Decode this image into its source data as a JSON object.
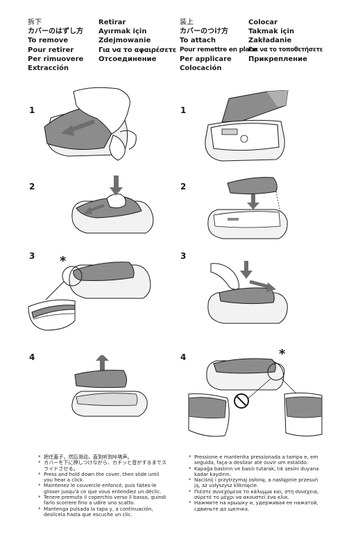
{
  "remove": {
    "titles_col1": [
      {
        "text": "拆下",
        "bold": false
      },
      {
        "text": "カバーのはずし方",
        "bold": true
      },
      {
        "text": "To remove",
        "bold": true
      },
      {
        "text": "Pour retirer",
        "bold": true
      },
      {
        "text": "Per rimuovere",
        "bold": true
      },
      {
        "text": "Extracción",
        "bold": true
      }
    ],
    "titles_col2": [
      {
        "text": "Retirar",
        "bold": true
      },
      {
        "text": "Ayırmak için",
        "bold": true
      },
      {
        "text": "Zdejmowanie",
        "bold": true
      },
      {
        "text": "Για να το αφαιρέσετε",
        "bold": true
      },
      {
        "text": "Отсоединение",
        "bold": true
      }
    ],
    "steps": [
      "1",
      "2",
      "3",
      "4"
    ],
    "asterisk": "*",
    "notes": [
      "把住蓋子，然后滑动，直到听到咔嗒声。",
      "カバーを下に押しつけながら、カチッと音がするまでスライドさせる。",
      "Press and hold down the cover, then slide until you hear a click.",
      "Maintenez le couvercle enfoncé, puis faites-le glisser jusqu'à ce que vous entendiez un déclic.",
      "Tenere premuto il coperchio verso il basso, quindi farlo scorrere fino a udire uno scatto.",
      "Mantenga pulsada la tapa y, a continuación, deslícela hasta que escuche un clic."
    ]
  },
  "attach": {
    "titles_col1": [
      {
        "text": "装上",
        "bold": false
      },
      {
        "text": "カバーのつけ方",
        "bold": true
      },
      {
        "text": "To attach",
        "bold": true
      },
      {
        "text": "Pour remettre en place",
        "bold": true
      },
      {
        "text": "Per applicare",
        "bold": true
      },
      {
        "text": "Colocación",
        "bold": true
      }
    ],
    "titles_col2": [
      {
        "text": "Colocar",
        "bold": true
      },
      {
        "text": "Takmak için",
        "bold": true
      },
      {
        "text": "Zakładanie",
        "bold": true
      },
      {
        "text": "Για να το τοποθετήσετε",
        "bold": true
      },
      {
        "text": "Прикрепление",
        "bold": true
      }
    ],
    "steps": [
      "1",
      "2",
      "3",
      "4"
    ],
    "asterisk": "*",
    "notes": [
      "Pressione e mantenha pressionada a tampa e, em seguida, faça-a deslizar até ouvir um estalido.",
      "Kapağa bastırın ve basılı tutarak, tık sesini duyana kadar kaydırın.",
      "Naciśnij i przytrzymaj osłonę, a następnie przesuń ją, aż usłyszysz kliknięcie.",
      "Πιέστε συνεχόμενα το κάλυμμα και, στη συνέχεια, σύρετέ το μέχρι να ακουστεί ένα κλικ.",
      "Нажмите на крышку и, удерживая ее нажатой, сдвиньте до щелчка."
    ]
  },
  "colors": {
    "ink": "#1a1a1a",
    "cover": "#8c8c8c",
    "body": "#f2f2f2",
    "arrow": "#6e6e6e"
  }
}
